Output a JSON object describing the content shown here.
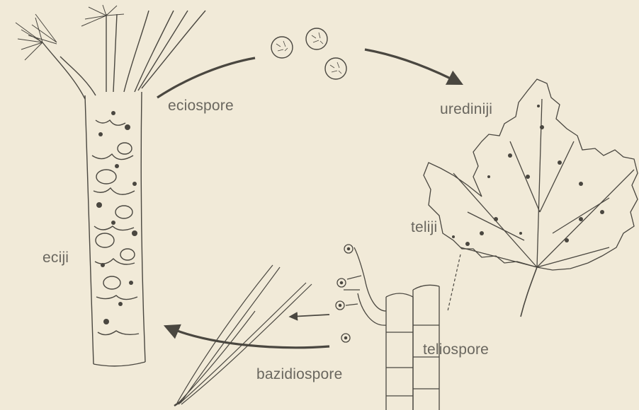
{
  "labels": {
    "eciospore": "eciospore",
    "uredinij": "urediniji",
    "teliji": "teliji",
    "eciji": "eciji",
    "teliospore": "teliospore",
    "bazidiospore": "bazidiospore"
  },
  "colors": {
    "background": "#f1ead8",
    "ink": "#4a4740",
    "label": "#6a675f"
  }
}
